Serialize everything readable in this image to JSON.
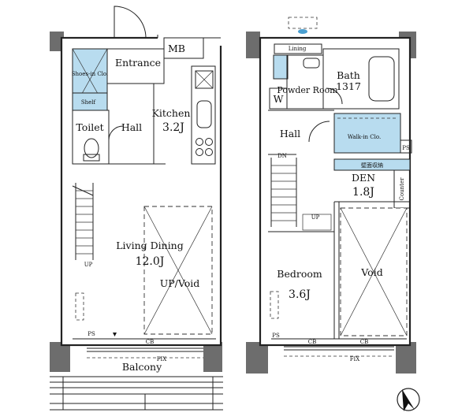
{
  "floor1": {
    "mb": "MB",
    "entrance": "Entrance",
    "shoes_in_clo": "Shoes-in Clo.",
    "shelf": "Shelf",
    "kitchen": "Kitchen",
    "kitchen_size": "3.2J",
    "toilet": "Toilet",
    "hall": "Hall",
    "living_dining": "Living Dining",
    "living_dining_size": "12.0J",
    "up_void": "UP/Void",
    "up": "UP",
    "ps": "PS",
    "cb": "CB",
    "fix": "FIX",
    "balcony": "Balcony"
  },
  "floor2": {
    "lining": "Lining",
    "w": "W",
    "powder_room": "Powder Room",
    "bath": "Bath",
    "bath_size": "1317",
    "hall": "Hall",
    "walk_in_clo": "Walk-in Clo.",
    "ps_upper": "PS",
    "storage_jp": "壁面収納",
    "dn": "DN",
    "den": "DEN",
    "den_size": "1.8J",
    "counter": "Counter",
    "up": "UP",
    "bedroom": "Bedroom",
    "bedroom_size": "3.6J",
    "void": "Void",
    "ps_lower": "PS",
    "cb1": "CB",
    "cb2": "CB",
    "fix": "FIX"
  },
  "colors": {
    "storage_fill": "#b8dcef",
    "wall_block": "#6d6d6d"
  },
  "icons": [
    "north-arrow-icon",
    "smoke-detector-icon"
  ]
}
